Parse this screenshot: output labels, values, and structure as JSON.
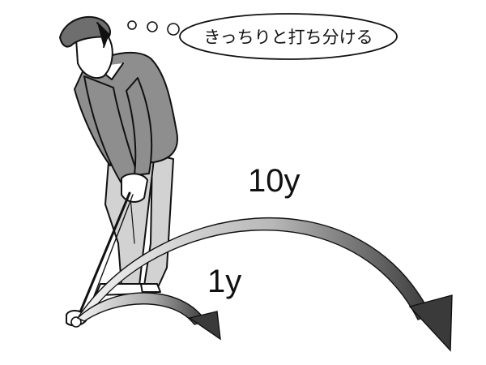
{
  "thought_bubble": {
    "text": "きっちりと打ち分ける"
  },
  "shots": {
    "long_label": "10y",
    "short_label": "1y"
  },
  "colors": {
    "ink": "#111111",
    "shirt": "#8e8e8e",
    "pants": "#d2d2d2",
    "cap": "#6e6e6e",
    "arrow_light": "#f0f0f0",
    "arrow_dark": "#3a3a3a"
  },
  "icons": [
    "golfer-illustration",
    "thought-bubble",
    "trajectory-arrow-long",
    "trajectory-arrow-short",
    "golf-ball"
  ]
}
